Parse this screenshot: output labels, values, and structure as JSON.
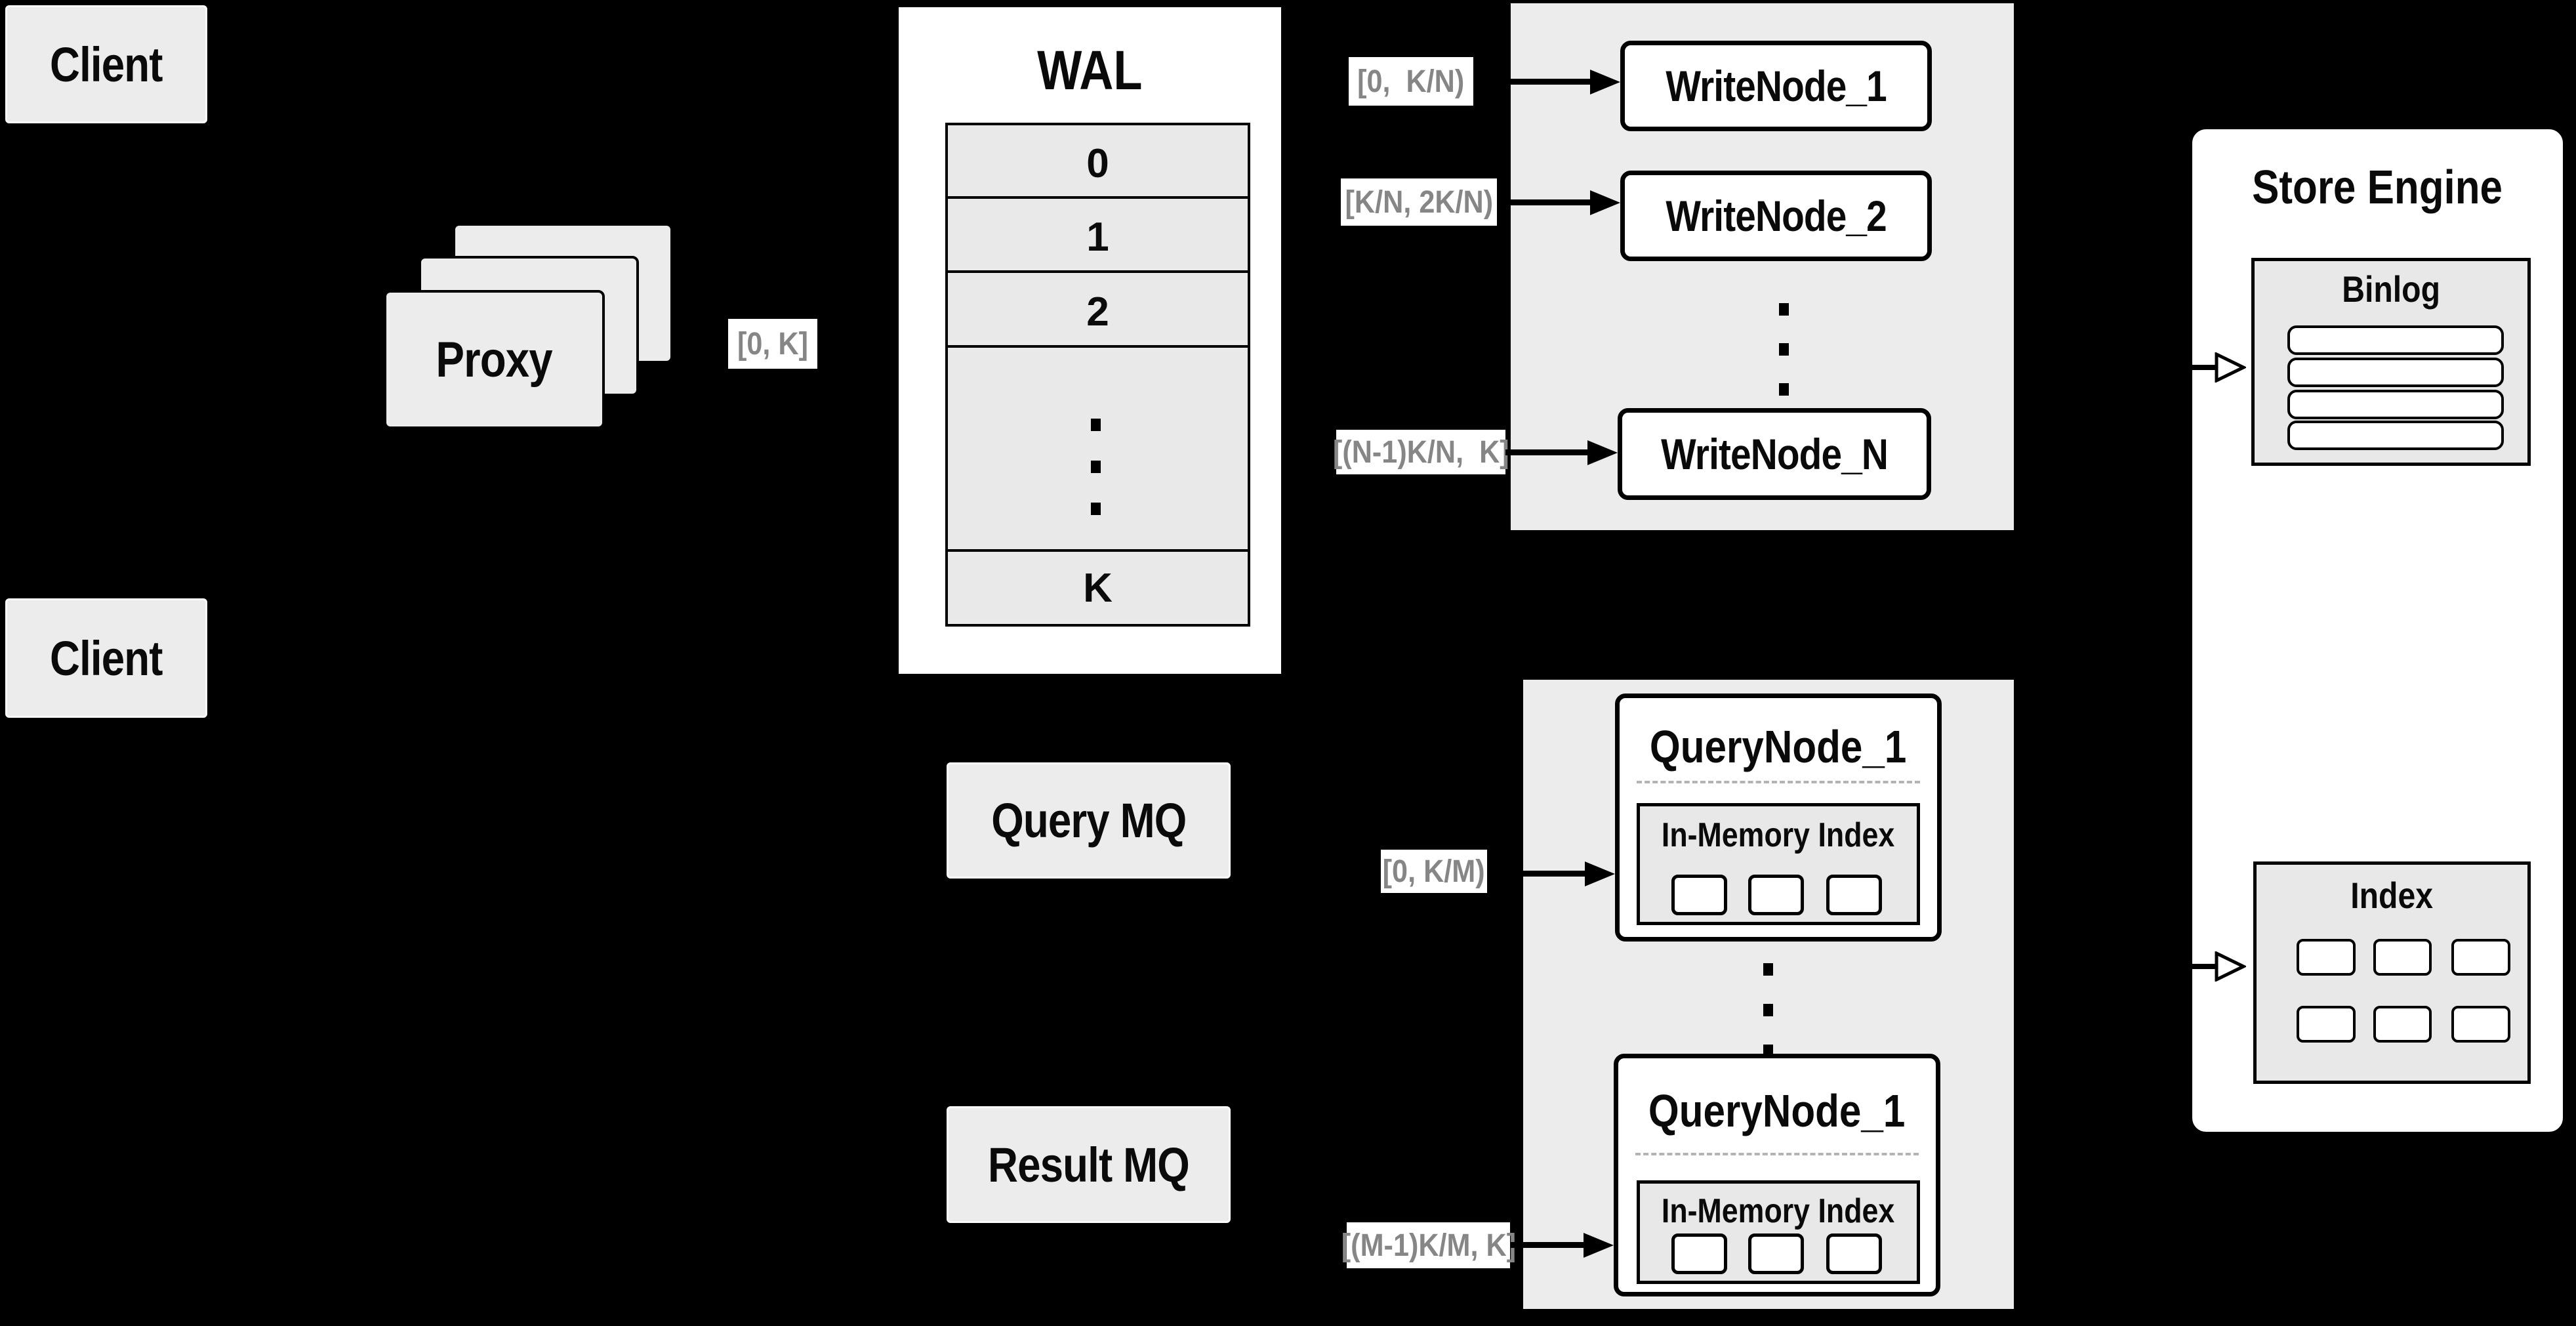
{
  "client_top": {
    "label": "Client"
  },
  "client_bottom": {
    "label": "Client"
  },
  "proxy": {
    "label": "Proxy"
  },
  "wal": {
    "title": "WAL",
    "seg_0": "0",
    "seg_1": "1",
    "seg_2": "2",
    "seg_last": "K"
  },
  "range_labels": {
    "proxy_wal": "[0, K]",
    "write_1": "[0,  K/N)",
    "write_2": "[K/N, 2K/N)",
    "write_n": "[(N-1)K/N,  K]",
    "query_1": "[0, K/M)",
    "query_m": "[(M-1)K/M, K]"
  },
  "write_nodes": {
    "n1": "WriteNode_1",
    "n2": "WriteNode_2",
    "nn": "WriteNode_N"
  },
  "query_mq": {
    "label": "Query MQ"
  },
  "result_mq": {
    "label": "Result MQ"
  },
  "query_nodes": {
    "top": {
      "title": "QueryNode_1",
      "inmem": "In-Memory Index"
    },
    "bottom": {
      "title": "QueryNode_1",
      "inmem": "In-Memory Index"
    }
  },
  "store_engine": {
    "title": "Store Engine",
    "binlog": "Binlog",
    "index": "Index"
  },
  "colors": {
    "background": "#000000",
    "panel": "#ececec",
    "box_fill": "#ffffff",
    "inner_fill": "#e8e8e8",
    "border": "#000000",
    "label_text": "#868686",
    "title_text": "#0a0a0a"
  }
}
